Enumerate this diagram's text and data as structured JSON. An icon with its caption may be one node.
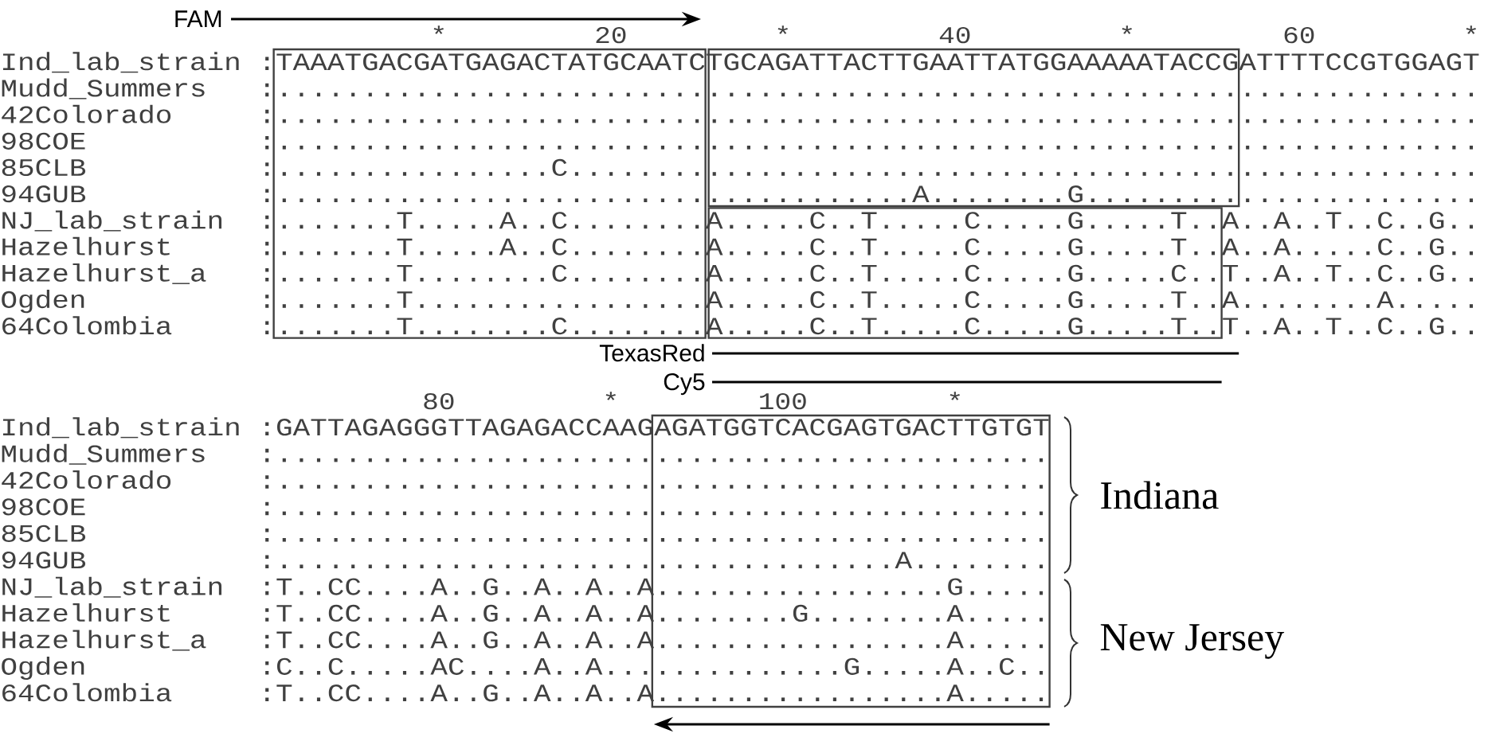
{
  "diagram": {
    "labels": [
      "FAM",
      "*",
      "20",
      "*",
      "40",
      "*",
      "60",
      "*",
      "Ind_lab_strain",
      ":TAAATGACGATGAGACTATGCAATCTGCAGATTACTTGAATTATGGAAAAATACCGATTTTCCGTGGAGT",
      "Mudd_Summers",
      ":......................................................................",
      "42Colorado",
      ":......................................................................",
      "98COE",
      ":......................................................................",
      "85CLB",
      ":................C.....................................................",
      "94GUB",
      ":.....................................A........G.......................",
      "NJ_lab_strain",
      ":.......T.....A..C........A.....C..T.....C.....G.....T..A..A..T..C..G..",
      "Hazelhurst",
      ":.......T.....A..C........A.....C..T.....C.....G.....T..A..A.....C..G..",
      "Hazelhurst_a",
      ":.......T........C........A.....C..T.....C.....G.....C..T..A..T..C..G..",
      "Ogden",
      ":.......T.................A.....C..T.....C.....G.....T..A........A.....",
      "64Colombia",
      ":.......T........C........A.....C..T.....C.....G.....T..T..A..T..C..G..",
      "TexasRed",
      "Cy5",
      "80",
      "*",
      "100",
      "*",
      "Ind_lab_strain",
      ":GATTAGAGGGTTAGAGACCAAGAGATGGTCACGAGTGACTTGTGT",
      "Mudd_Summers",
      ":.............................................",
      "42Colorado",
      ":.............................................",
      "98COE",
      ":.............................................",
      "85CLB",
      ":.............................................",
      "94GUB",
      ":....................................A........",
      "NJ_lab_strain",
      ":T..CC....A..G..A..A..A.................G.....",
      "Hazelhurst",
      ":T..CC....A..G..A..A..A........G........A.....",
      "Hazelhurst_a",
      ":T..CC....A..G..A..A..A.................A.....",
      "Ogden",
      ":C..C.....AC....A..A..............G.....A..C..",
      "64Colombia",
      ":T..CC....A..G..A..A..A.................A.....",
      "Indiana",
      "New Jersey"
    ]
  }
}
